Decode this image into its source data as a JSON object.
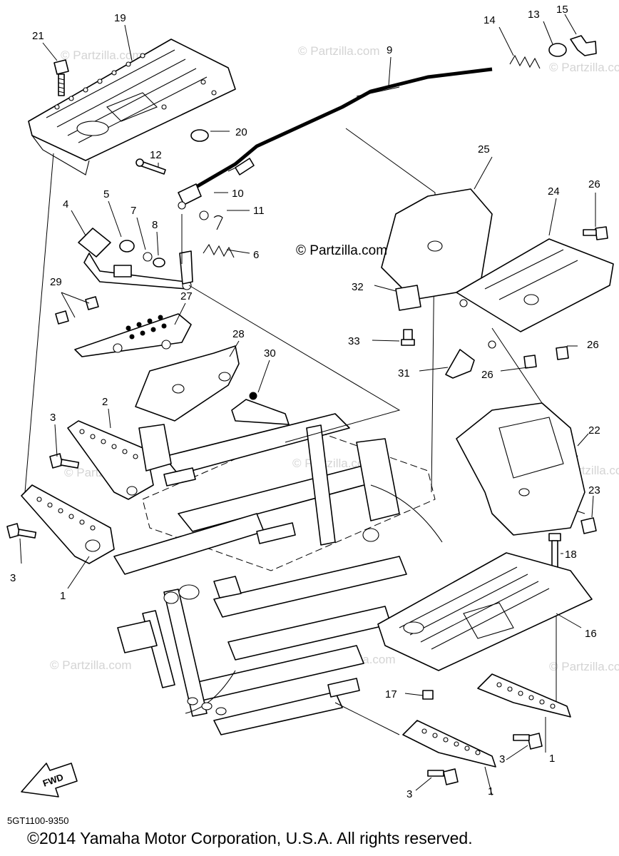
{
  "watermark_main": "© Partzilla.com",
  "watermark_faint": "© Partzilla.com",
  "diagram_code": "5GT1100-9350",
  "copyright": "©2014  Yamaha Motor Corporation, U.S.A. All rights reserved.",
  "fwd_label": "FWD",
  "callouts": [
    "19",
    "21",
    "20",
    "14",
    "13",
    "15",
    "9",
    "12",
    "10",
    "11",
    "6",
    "5",
    "4",
    "7",
    "8",
    "29",
    "27",
    "28",
    "30",
    "25",
    "24",
    "26",
    "26",
    "26",
    "32",
    "33",
    "31",
    "2",
    "3",
    "3",
    "1",
    "22",
    "23",
    "18",
    "16",
    "17",
    "1",
    "3",
    "3",
    "1"
  ]
}
